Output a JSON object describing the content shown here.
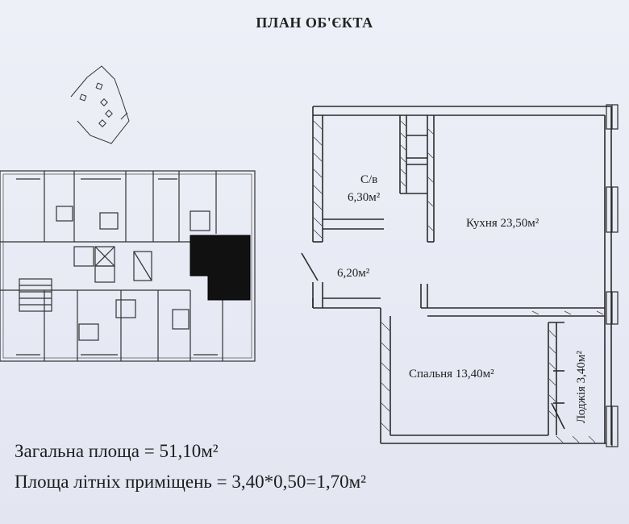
{
  "page": {
    "title": "ПЛАН ОБ'ЄКТА"
  },
  "rooms": {
    "bathroom_name": "С/в",
    "bathroom_area": "6,30м²",
    "hall_area": "6,20м²",
    "kitchen": "Кухня 23,50м²",
    "bedroom": "Спальня 13,40м²",
    "loggia": "Лоджія 3,40м²"
  },
  "summary": {
    "total_area": "Загальна площа = 51,10м²",
    "summer_area": "Площа літніх приміщень = 3,40*0,50=1,70м²"
  },
  "colors": {
    "ink": "#222222",
    "paper": "#e9ebf6",
    "highlight": "#111111"
  }
}
